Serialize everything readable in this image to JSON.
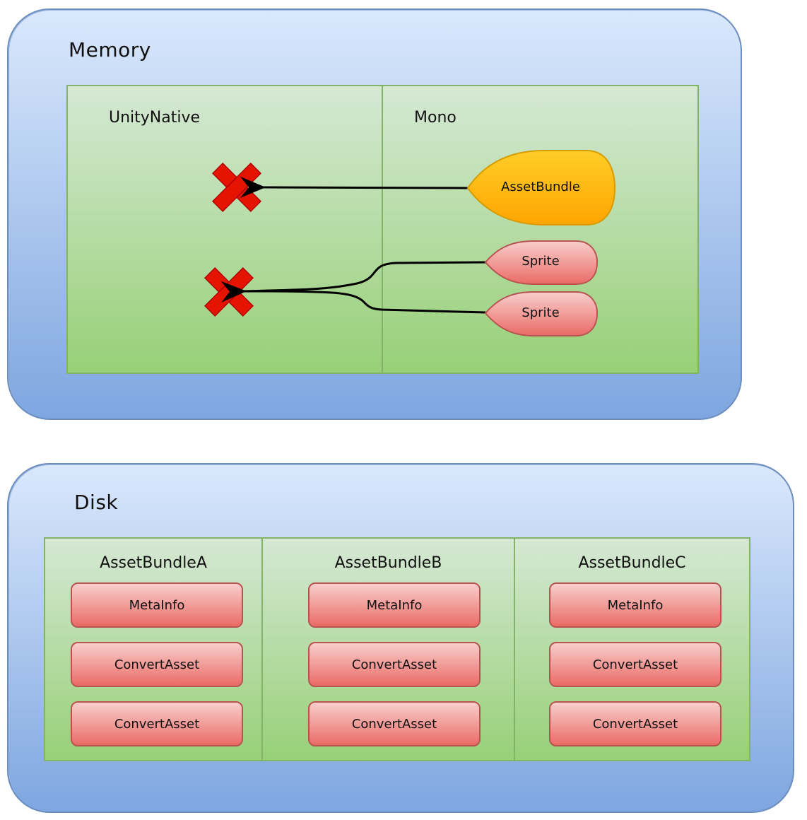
{
  "memory": {
    "title": "Memory",
    "panes": {
      "native": {
        "title": "UnityNative"
      },
      "mono": {
        "title": "Mono",
        "objects": [
          {
            "label": "AssetBundle",
            "kind": "assetbundle",
            "color": "#ffcd28"
          },
          {
            "label": "Sprite",
            "kind": "sprite",
            "color": "#f8cecc"
          },
          {
            "label": "Sprite",
            "kind": "sprite",
            "color": "#f8cecc"
          }
        ]
      }
    },
    "references": [
      {
        "from": "AssetBundle",
        "to": "native-object-1",
        "status": "released"
      },
      {
        "from": "Sprite",
        "to": "native-object-2",
        "status": "released"
      },
      {
        "from": "Sprite",
        "to": "native-object-2",
        "status": "released"
      }
    ]
  },
  "disk": {
    "title": "Disk",
    "bundles": [
      {
        "name": "AssetBundleA",
        "items": [
          "MetaInfo",
          "ConvertAsset",
          "ConvertAsset"
        ]
      },
      {
        "name": "AssetBundleB",
        "items": [
          "MetaInfo",
          "ConvertAsset",
          "ConvertAsset"
        ]
      },
      {
        "name": "AssetBundleC",
        "items": [
          "MetaInfo",
          "ConvertAsset",
          "ConvertAsset"
        ]
      }
    ]
  },
  "colors": {
    "outer_fill_top": "#dae8fc",
    "outer_fill_bottom": "#7ea6e0",
    "outer_stroke": "#6c8ebf",
    "pane_fill_top": "#d5e8d4",
    "pane_fill_bottom": "#97d077",
    "pane_stroke": "#82b366",
    "item_fill_top": "#f8cecc",
    "item_fill_bottom": "#ea6b66",
    "item_stroke": "#b85450",
    "assetbundle_fill": "#ffb300",
    "cross": "#e51400"
  }
}
